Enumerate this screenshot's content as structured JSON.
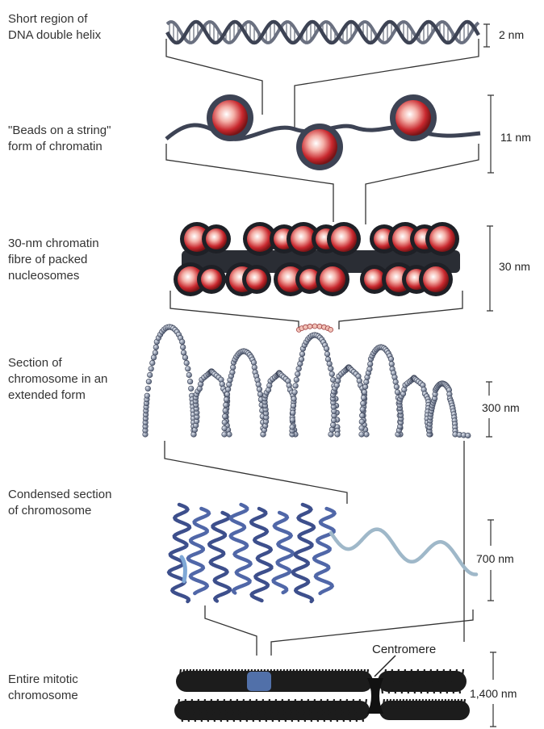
{
  "levels": [
    {
      "label": "Short region of\nDNA double helix",
      "scale": "2 nm"
    },
    {
      "label": "\"Beads on a string\"\nform of chromatin",
      "scale": "11 nm"
    },
    {
      "label": "30-nm chromatin\nfibre of packed\nnucleosomes",
      "scale": "30 nm"
    },
    {
      "label": "Section of\nchromosome in an\nextended form",
      "scale": "300 nm"
    },
    {
      "label": "Condensed section\nof chromosome",
      "scale": "700 nm"
    },
    {
      "label": "Entire mitotic\nchromosome",
      "scale": "1,400 nm"
    }
  ],
  "annotations": {
    "centromere": "Centromere"
  },
  "colors": {
    "dna": "#3d4354",
    "nucleosome": "#c8282e",
    "nucleosome_highlight": "#ffffff",
    "fibre_bead": "#8895ad",
    "condensed_dark": "#3d4f8c",
    "condensed_light": "#9fb8c9",
    "chromosome": "#1c1c1c",
    "chromosome_band": "#5a7fc2"
  }
}
